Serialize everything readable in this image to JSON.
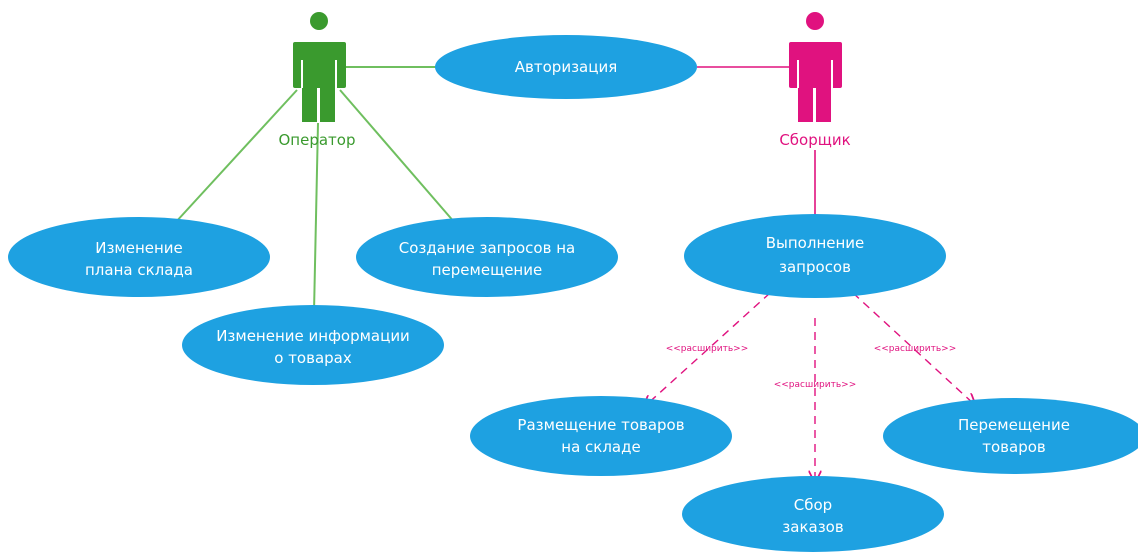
{
  "colors": {
    "usecase_fill": "#1ea1e1",
    "operator": "#3a9a2e",
    "collector": "#e0127f",
    "line_green": "#6fbf5f"
  },
  "actors": {
    "operator": {
      "label": "Оператор",
      "icon": "actor-stick-figure"
    },
    "collector": {
      "label": "Сборщик",
      "icon": "actor-stick-figure"
    }
  },
  "usecases": {
    "auth": [
      "Авторизация"
    ],
    "plan": [
      "Изменение",
      "плана склада"
    ],
    "info": [
      "Изменение информации",
      "о товарах"
    ],
    "requests": [
      "Создание запросов на",
      "перемещение"
    ],
    "execute": [
      "Выполнение",
      "запросов"
    ],
    "place": [
      "Размещение товаров",
      "на складе"
    ],
    "collect": [
      "Сбор",
      "заказов"
    ],
    "move": [
      "Перемещение",
      "товаров"
    ]
  },
  "relations": {
    "extend_label": "<<расширить>>"
  }
}
